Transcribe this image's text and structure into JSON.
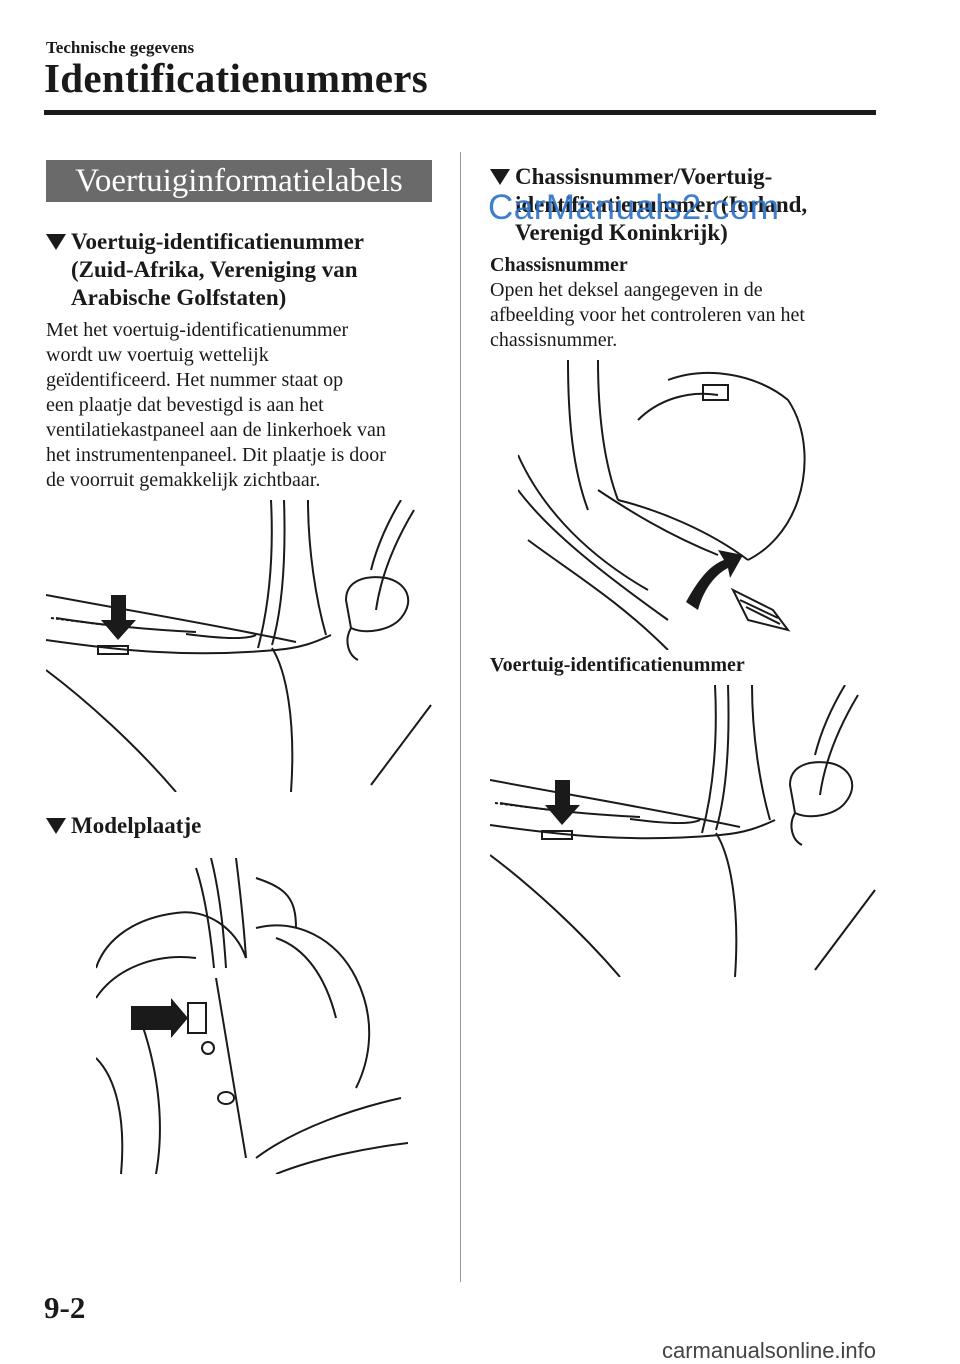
{
  "header": {
    "section": "Technische gegevens",
    "title": "Identificatienummers"
  },
  "left": {
    "banner": "Voertuiginformatielabels",
    "vin_heading": "Voertuig-identificatienummer\n(Zuid-Afrika, Vereniging van\nArabische Golfstaten)",
    "vin_body": "Met het voertuig-identificatienummer\nwordt uw voertuig wettelijk\ngeïdentificeerd. Het nummer staat op\neen plaatje dat bevestigd is aan het\nventilatiekastpaneel aan de linkerhoek van\nhet instrumentenpaneel. Dit plaatje is door\nde voorruit gemakkelijk zichtbaar.",
    "model_heading": "Modelplaatje"
  },
  "right": {
    "heading": "Chassisnummer/Voertuig-\nidentificatienummer (Ierland,\nVerenigd Koninkrijk)",
    "chassis_label": "Chassisnummer",
    "chassis_body": "Open het deksel aangegeven in de\nafbeelding voor het controleren van het\nchassisnummer.",
    "vin_caption": "Voertuig-identificatienummer"
  },
  "watermark": "CarManuals2.com",
  "page_number": "9-2",
  "footer_site": "carmanualsonline.info"
}
